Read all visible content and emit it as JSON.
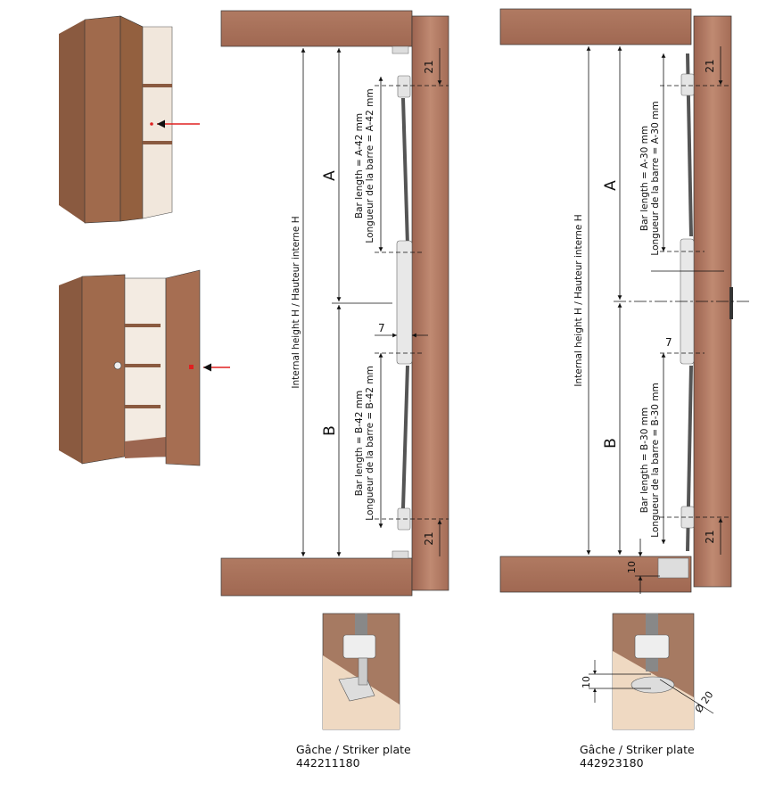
{
  "left_diagram": {
    "internal_height": "Internal height H /  Hauteur interne H",
    "label_a": "A",
    "label_b": "B",
    "bar_a_line1": "Bar length      = A-42 mm",
    "bar_a_line2": "Longueur de la barre  = A-42 mm",
    "bar_b_line1": "Bar length      = B-42 mm",
    "bar_b_line2": "Longueur de la barre  = B-42 mm",
    "dim_top": "21",
    "dim_bottom": "21",
    "dim_offset": "7"
  },
  "right_diagram": {
    "internal_height": "Internal height H /  Hauteur interne H",
    "label_a": "A",
    "label_b": "B",
    "bar_a_line1": "Bar length      = A-30 mm",
    "bar_a_line2": "Longueur de la barre  = A-30 mm",
    "bar_b_line1": "Bar length      = B-30 mm",
    "bar_b_line2": "Longueur de la barre  = B-30 mm",
    "dim_top": "21",
    "dim_bottom": "21",
    "dim_offset": "7",
    "dim_floor": "10"
  },
  "detail_left": {
    "caption": "Gâche / Striker plate",
    "part_number": "442211180"
  },
  "detail_right": {
    "caption": "Gâche / Striker plate",
    "part_number": "442923180",
    "dim_depth": "10",
    "dim_diameter": "Ø 20"
  },
  "colors": {
    "wood": "#a8705a",
    "wood_light": "#c99c80",
    "bar": "#555555",
    "arrow": "#e02020"
  }
}
